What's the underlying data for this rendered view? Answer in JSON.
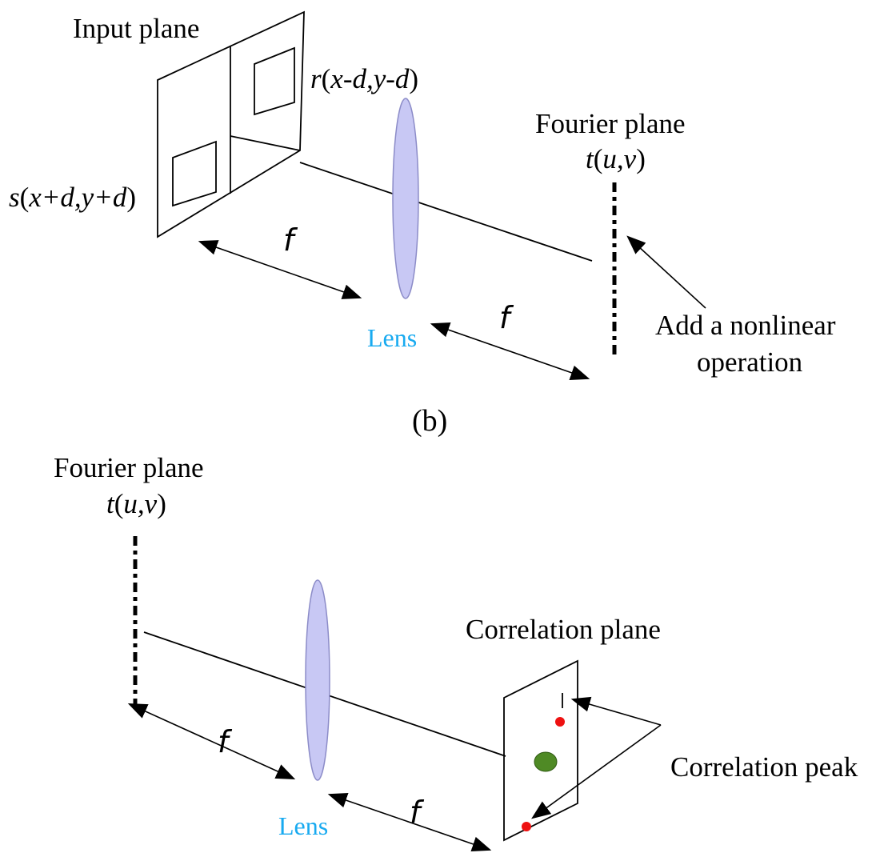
{
  "colors": {
    "lens_fill": "#c8c8f4",
    "lens_stroke": "#8c8cc8",
    "lens_label": "#18aaf0",
    "peak_red": "#ee1111",
    "center_green": "#4f8a25"
  },
  "panel_b": {
    "input_plane_label": "Input plane",
    "r_func": "r",
    "r_args": "x-d,y-d",
    "s_func": "s",
    "s_args": "x+d,y+d",
    "focal_label_1": "f",
    "focal_label_2": "f",
    "lens_label": "Lens",
    "fourier_plane_label": "Fourier plane",
    "t_func": "t",
    "t_args": "u,v",
    "nonlinear_line1": "Add a nonlinear",
    "nonlinear_line2": "operation",
    "caption": "(b)"
  },
  "panel_c": {
    "fourier_plane_label": "Fourier plane",
    "t_func": "t",
    "t_args": "u,v",
    "focal_label_1": "f",
    "focal_label_2": "f",
    "lens_label": "Lens",
    "correlation_plane_label": "Correlation plane",
    "correlation_peak_label": "Correlation peak"
  }
}
